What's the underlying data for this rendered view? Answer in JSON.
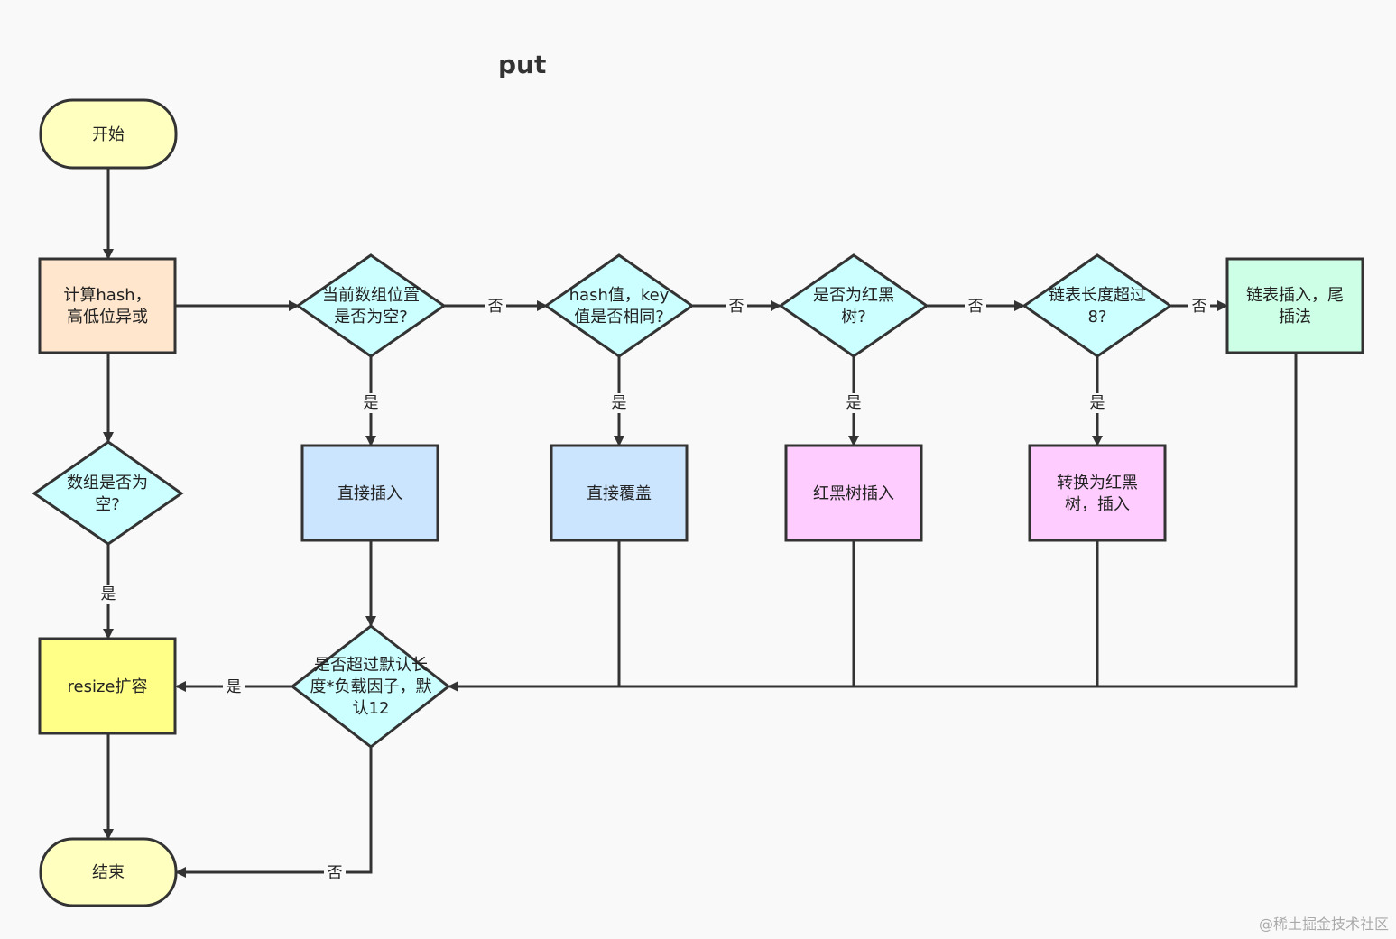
{
  "title": "put",
  "watermark": "@稀土掘金技术社区",
  "colors": {
    "terminal": "#ffffc0",
    "compute": "#ffe6cc",
    "decision": "#ccffff",
    "blue_process": "#cce5ff",
    "pink_process": "#ffccff",
    "green_process": "#ccffe6",
    "resize": "#ffff88",
    "stroke": "#333333"
  },
  "nodes": {
    "start": [
      "开始"
    ],
    "compute_hash": [
      "计算hash，",
      "高低位异或"
    ],
    "array_empty": [
      "数组是否为",
      "空?"
    ],
    "resize": [
      "resize扩容"
    ],
    "end": [
      "结束"
    ],
    "pos_empty": [
      "当前数组位置",
      "是否为空?"
    ],
    "key_same": [
      "hash值，key",
      "值是否相同?"
    ],
    "is_tree": [
      "是否为红黑",
      "树?"
    ],
    "list_gt8": [
      "链表长度超过",
      "8?"
    ],
    "list_insert": [
      "链表插入，尾",
      "插法"
    ],
    "direct_insert": [
      "直接插入"
    ],
    "direct_overwrite": [
      "直接覆盖"
    ],
    "tree_insert": [
      "红黑树插入"
    ],
    "convert_tree": [
      "转换为红黑",
      "树，插入"
    ],
    "threshold": [
      "是否超过默认长",
      "度*负载因子，默",
      "认12"
    ]
  },
  "edge_labels": {
    "yes": "是",
    "no": "否"
  }
}
